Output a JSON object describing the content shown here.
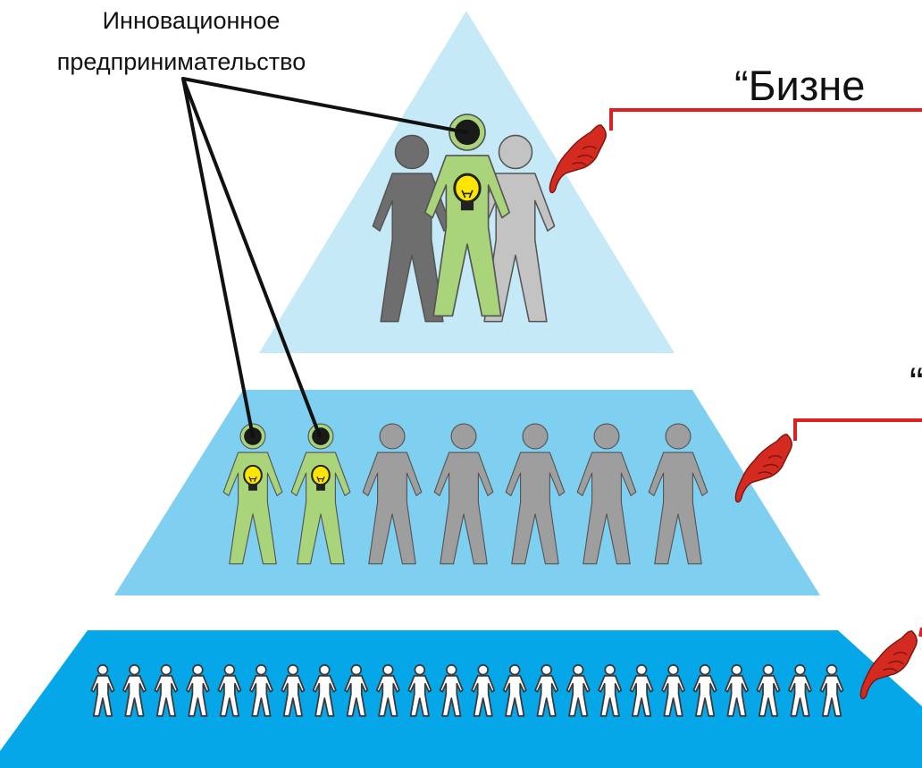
{
  "caption": {
    "line1": "Инновационное",
    "line2": "предпринимательство"
  },
  "tiers": [
    {
      "title_visible": "“Бизне",
      "figures_highlighted": 1,
      "figures_plain": 2
    },
    {
      "title_visible": "“",
      "figures_highlighted": 2,
      "figures_plain": 5
    },
    {
      "title_visible": "",
      "figures_highlighted": 0,
      "figures_plain": 24
    }
  ],
  "colors": {
    "tier_top": "#c6e9f8",
    "tier_middle": "#7fd0f0",
    "tier_bottom": "#06a7e9",
    "highlight_figure": "#a9d47a",
    "plain_figure_dark": "#6e6e6e",
    "plain_figure": "#9e9e9e",
    "plain_figure_light": "#c3c3c3",
    "head_dark": "#1a1a1a",
    "bulb": "#ffe600",
    "pointer_line": "#e02020",
    "pointer_hand": "#d42a1f",
    "connector": "#111111"
  },
  "icons": {
    "pointer": "pointing-hand-icon",
    "idea": "lightbulb-icon",
    "person": "person-icon"
  }
}
